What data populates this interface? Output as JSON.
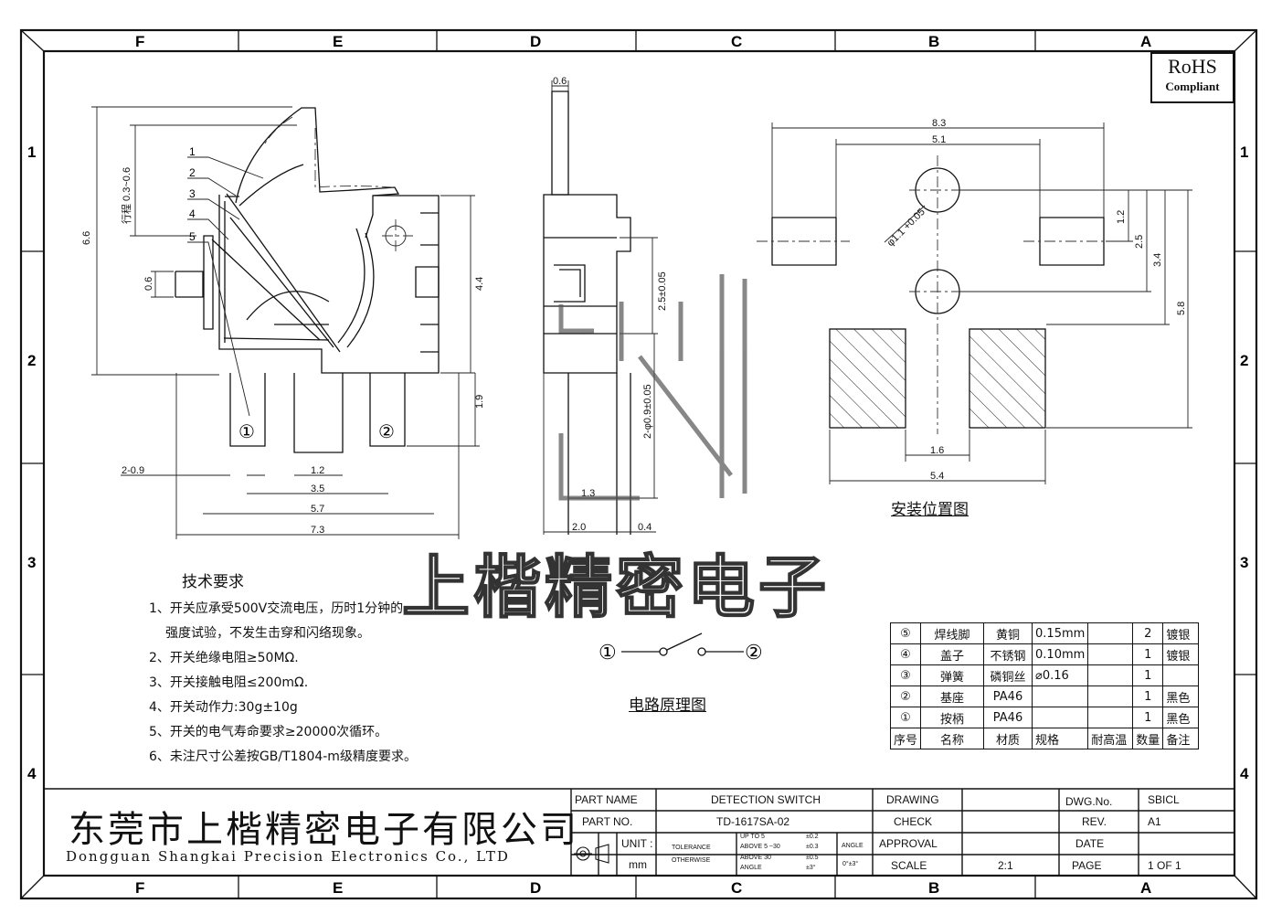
{
  "zones": {
    "columns": [
      "F",
      "E",
      "D",
      "C",
      "B",
      "A"
    ],
    "rows": [
      "1",
      "2",
      "3",
      "4"
    ]
  },
  "rohs": {
    "line1": "RoHS",
    "line2": "Compliant"
  },
  "side_view": {
    "callouts": [
      "1",
      "2",
      "3",
      "4",
      "5"
    ],
    "travel_label": "行程 0.3~0.6",
    "dims": {
      "height": "6.6",
      "pin_off": "0.6",
      "body_h": "4.4",
      "pin_h": "1.9",
      "pin_w": "2-0.9",
      "d1": "1.2",
      "d2": "3.5",
      "d3": "5.7",
      "d4": "7.3"
    },
    "terminals": [
      "①",
      "②"
    ]
  },
  "end_view": {
    "dims": {
      "top": "0.6",
      "a": "2.5±0.05",
      "b": "2-φ0.9±0.05",
      "c": "1.3",
      "d": "2.0",
      "e": "0.4"
    }
  },
  "footprint": {
    "dims": {
      "w1": "8.3",
      "w2": "5.1",
      "hole": "φ1.1 +0.05",
      "v1": "1.2",
      "v2": "2.5",
      "v3": "3.4",
      "v4": "5.8",
      "g": "1.6",
      "w3": "5.4"
    },
    "caption": "安装位置图"
  },
  "requirements": {
    "title": "技术要求",
    "items": [
      "1、开关应承受500V交流电压，历时1分钟的",
      "强度试验，不发生击穿和闪络现象。",
      "2、开关绝缘电阻≥50MΩ.",
      "3、开关接触电阻≤200mΩ.",
      "4、开关动作力:30g±10g",
      "5、开关的电气寿命要求≥20000次循环。",
      "6、未注尺寸公差按GB/T1804-m级精度要求。"
    ]
  },
  "circuit": {
    "left": "①",
    "right": "②",
    "caption": "电路原理图"
  },
  "watermark": "上楷精密电子",
  "bom": {
    "rows": [
      [
        "⑤",
        "焊线脚",
        "黄铜",
        "0.15mm",
        "",
        "2",
        "镀银"
      ],
      [
        "④",
        "盖子",
        "不锈钢",
        "0.10mm",
        "",
        "1",
        "镀银"
      ],
      [
        "③",
        "弹簧",
        "磷铜丝",
        "⌀0.16",
        "",
        "1",
        ""
      ],
      [
        "②",
        "基座",
        "PA46",
        "",
        "",
        "1",
        "黑色"
      ],
      [
        "①",
        "按柄",
        "PA46",
        "",
        "",
        "1",
        "黑色"
      ]
    ],
    "header": [
      "序号",
      "名称",
      "材质",
      "规格",
      "耐高温",
      "数量",
      "备注"
    ]
  },
  "title_block": {
    "company_cn": "东莞市上楷精密电子有限公司",
    "company_en": "Dongguan Shangkai Precision Electronics Co., LTD",
    "part_name_label": "PART NAME",
    "part_name": "DETECTION SWITCH",
    "part_no_label": "PART NO.",
    "part_no": "TD-1617SA-02",
    "unit_label": "UNIT :",
    "unit": "mm",
    "tolerance_label": "TOLERANCE",
    "otherwise_label": "OTHERWISE",
    "tol_rows": [
      [
        "UP TO 5",
        "±0.2"
      ],
      [
        "ABOVE 5 ~30",
        "±0.3"
      ],
      [
        "ABOVE 30",
        "±0.5"
      ],
      [
        "ANGLE",
        "±3°"
      ]
    ],
    "angle_label": "ANGLE",
    "angle_value": "0°±3°",
    "drawing_label": "DRAWING",
    "check_label": "CHECK",
    "approval_label": "APPROVAL",
    "scale_label": "SCALE",
    "scale": "2:1",
    "dwg_no_label": "DWG.No.",
    "dwg_no": "SBICL",
    "rev_label": "REV.",
    "rev": "A1",
    "date_label": "DATE",
    "date": "",
    "page_label": "PAGE",
    "page": "1 OF 1"
  }
}
